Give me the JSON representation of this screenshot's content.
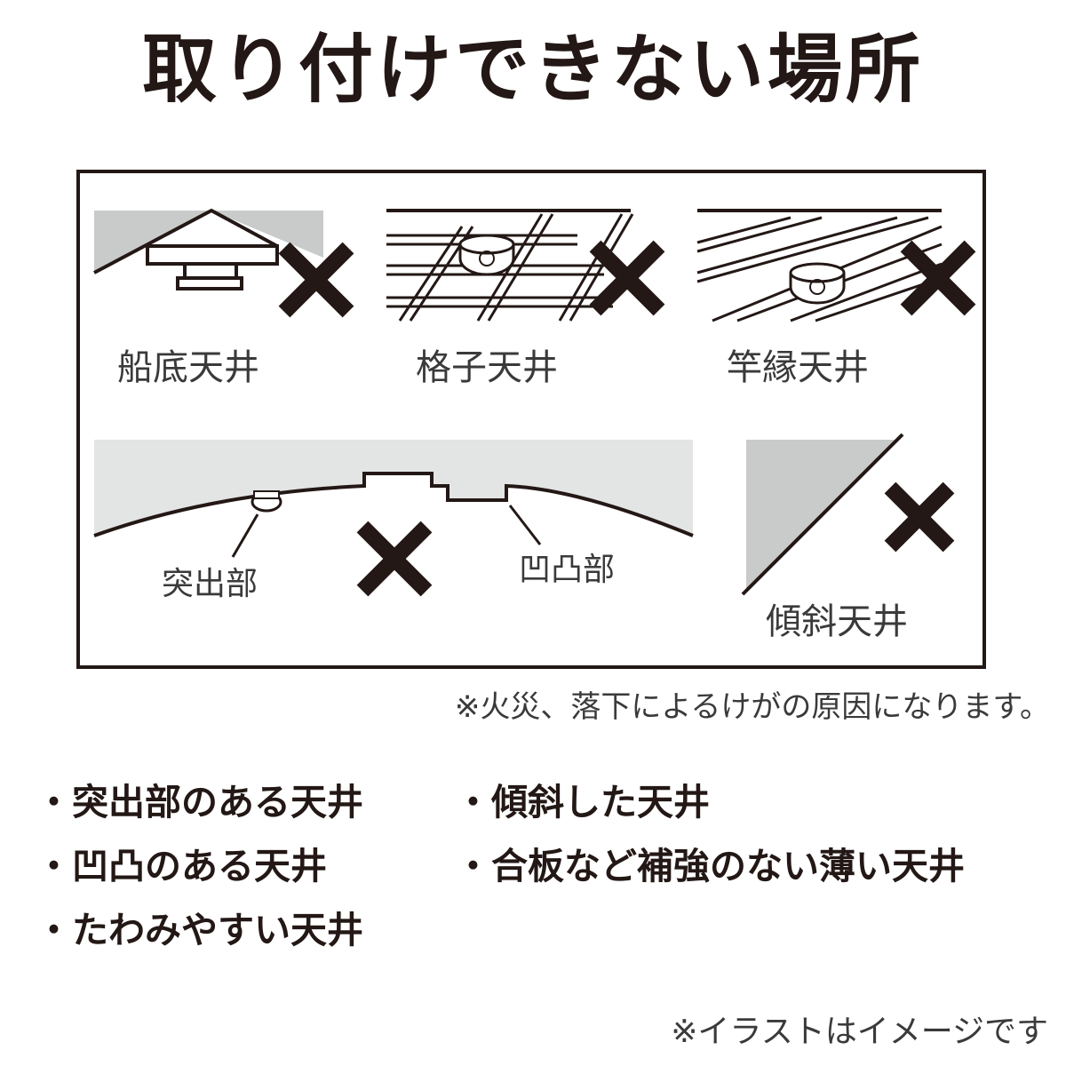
{
  "title": "取り付けできない場所",
  "illustrations": {
    "labels": {
      "funazoko": "船底天井",
      "koshi": "格子天井",
      "saobuchi": "竿縁天井",
      "tosshutsu": "突出部",
      "outotsu": "凹凸部",
      "keisha": "傾斜天井"
    }
  },
  "note": "※火災、落下によるけがの原因になります。",
  "bullets": {
    "item1": "・突出部のある天井",
    "item2": "・傾斜した天井",
    "item3": "・凹凸のある天井",
    "item4": "・合板など補強のない薄い天井",
    "item5": "・たわみやすい天井"
  },
  "footer": "※イラストはイメージです",
  "colors": {
    "ink": "#231815",
    "ceiling_fill": "#e3e4e4",
    "slope_fill": "#c9caca"
  }
}
